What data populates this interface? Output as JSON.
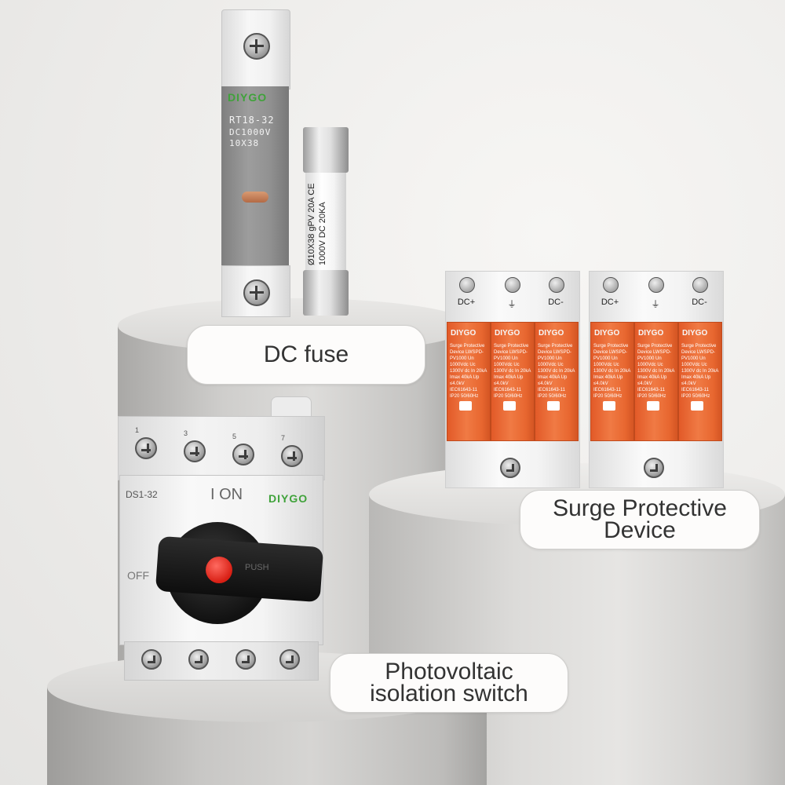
{
  "labels": {
    "dc_fuse": "DC fuse",
    "spd_line1": "Surge Protective",
    "spd_line2": "Device",
    "switch_line1": "Photovoltaic",
    "switch_line2": "isolation switch"
  },
  "fuse_holder": {
    "brand": "DIYGO",
    "model": "RT18-32",
    "rating": "DC1000V",
    "size": "10X38"
  },
  "cartridge_fuse": {
    "line1": "Ø10X38 gPV 20A CE",
    "line2": "1000V DC 20KA"
  },
  "spd": {
    "terminals": [
      "DC+",
      "⏚",
      "DC-"
    ],
    "brand": "DIYGO",
    "module_text": "Surge Protective Device LWSPD-PV1000 Un 1000Vdc Uc 1300V dc In 20kA Imax 40kA Up ≤4.0kV IEC61643-11 IP20 50/60Hz"
  },
  "switch": {
    "brand": "DIYGO",
    "model": "DS1-32",
    "on_label": "I ON",
    "off_label": "OFF",
    "push_label": "PUSH",
    "terminals_top": [
      "1",
      "3",
      "5",
      "7"
    ]
  },
  "colors": {
    "background": "#f3f1ee",
    "brand_green": "#3fa23a",
    "spd_orange": "#f07a44",
    "knob_red": "#d81f14"
  }
}
